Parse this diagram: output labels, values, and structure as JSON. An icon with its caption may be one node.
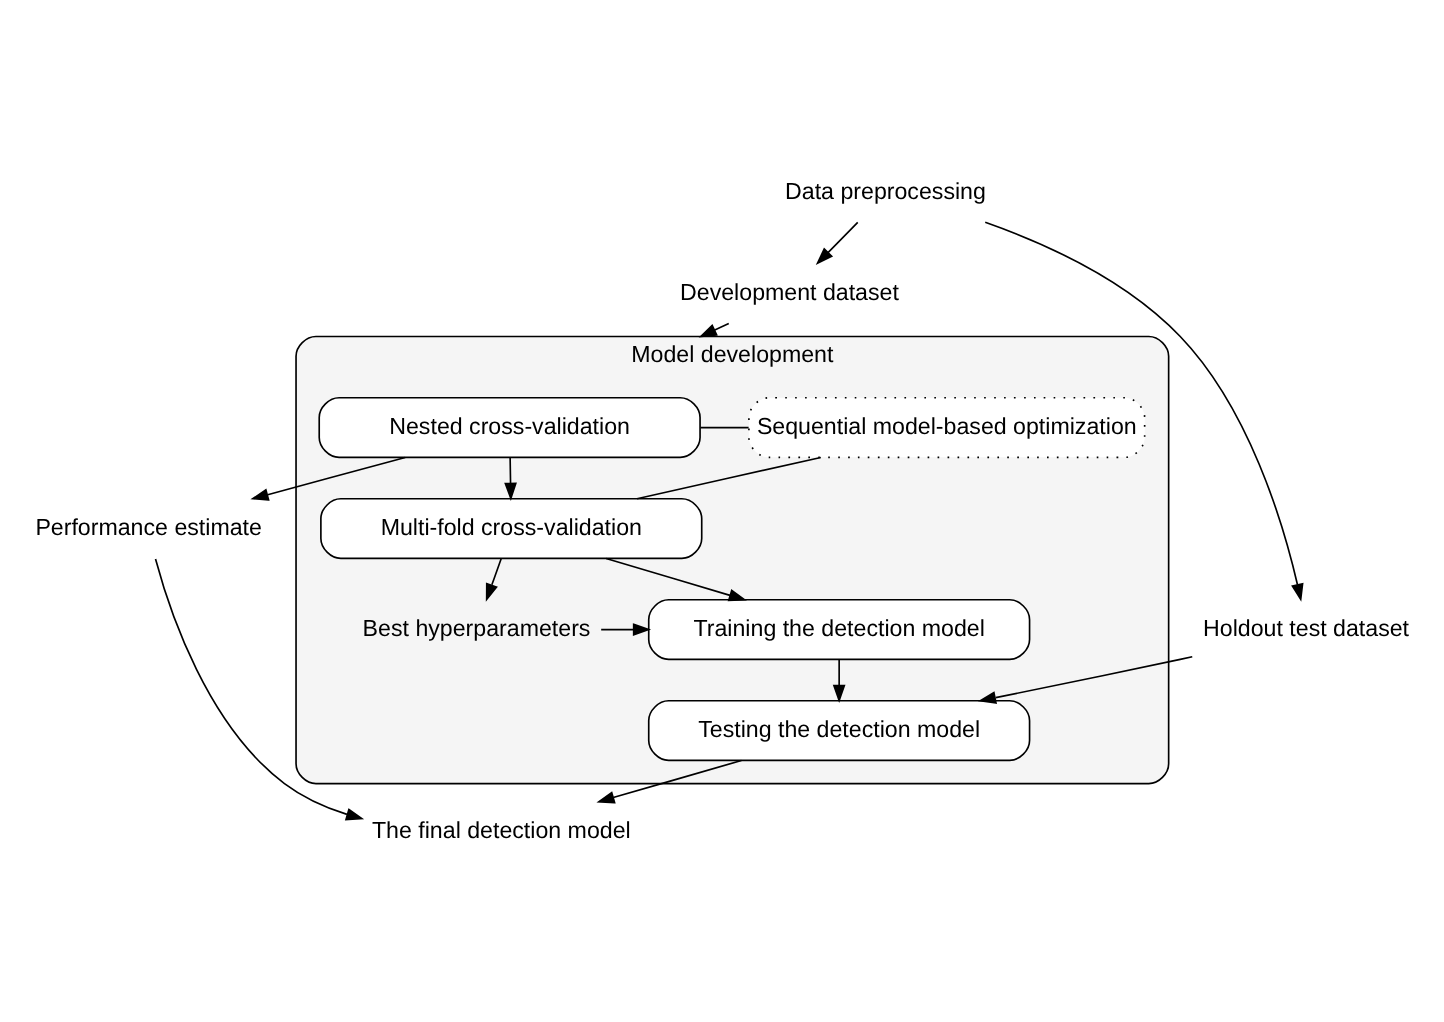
{
  "diagram": {
    "nodes": [
      {
        "text": [
          "Data preprocessing"
        ]
      },
      {
        "text": [
          "Holdout test dataset"
        ]
      },
      {
        "text": [
          "Development dataset"
        ]
      },
      {
        "text": [
          "Model development"
        ]
      },
      {
        "text": [
          "Sequential model-based optimization"
        ],
        "in": 3
      },
      {
        "text": [
          "Nested cross-validation"
        ],
        "in": 3
      },
      {
        "text": [
          "Multi-fold cross-validation"
        ],
        "in": 3
      },
      {
        "text": [
          "Best hyperparameters"
        ],
        "in": 3
      },
      {
        "text": [
          "Training the detection model"
        ],
        "in": 3
      },
      {
        "text": [
          "Testing the detection model"
        ],
        "in": 3
      },
      {
        "text": [
          "Performance estimate"
        ]
      },
      {
        "text": [
          "The final detection model"
        ]
      }
    ],
    "edges": [
      {
        "from": 0,
        "to": 1,
        "arrow": "to"
      },
      {
        "from": 0,
        "to": 2,
        "arrow": "to"
      },
      {
        "from": 2,
        "to": 3,
        "arrow": "to"
      },
      {
        "from": 4,
        "to": 5,
        "arrow": "none"
      },
      {
        "from": 4,
        "to": 6,
        "arrow": "none"
      },
      {
        "from": 5,
        "to": 6,
        "arrow": "to"
      },
      {
        "from": 6,
        "to": 7,
        "arrow": "to"
      },
      {
        "from": 6,
        "to": 8,
        "arrow": "to"
      },
      {
        "from": 7,
        "to": 8,
        "arrow": "to"
      },
      {
        "from": 1,
        "to": 9,
        "arrow": "to"
      },
      {
        "from": 8,
        "to": 9,
        "arrow": "to"
      },
      {
        "from": 5,
        "to": 10,
        "arrow": "to"
      },
      {
        "from": 9,
        "to": 11,
        "arrow": "to"
      },
      {
        "from": 10,
        "to": 11,
        "arrow": "to"
      }
    ]
  }
}
